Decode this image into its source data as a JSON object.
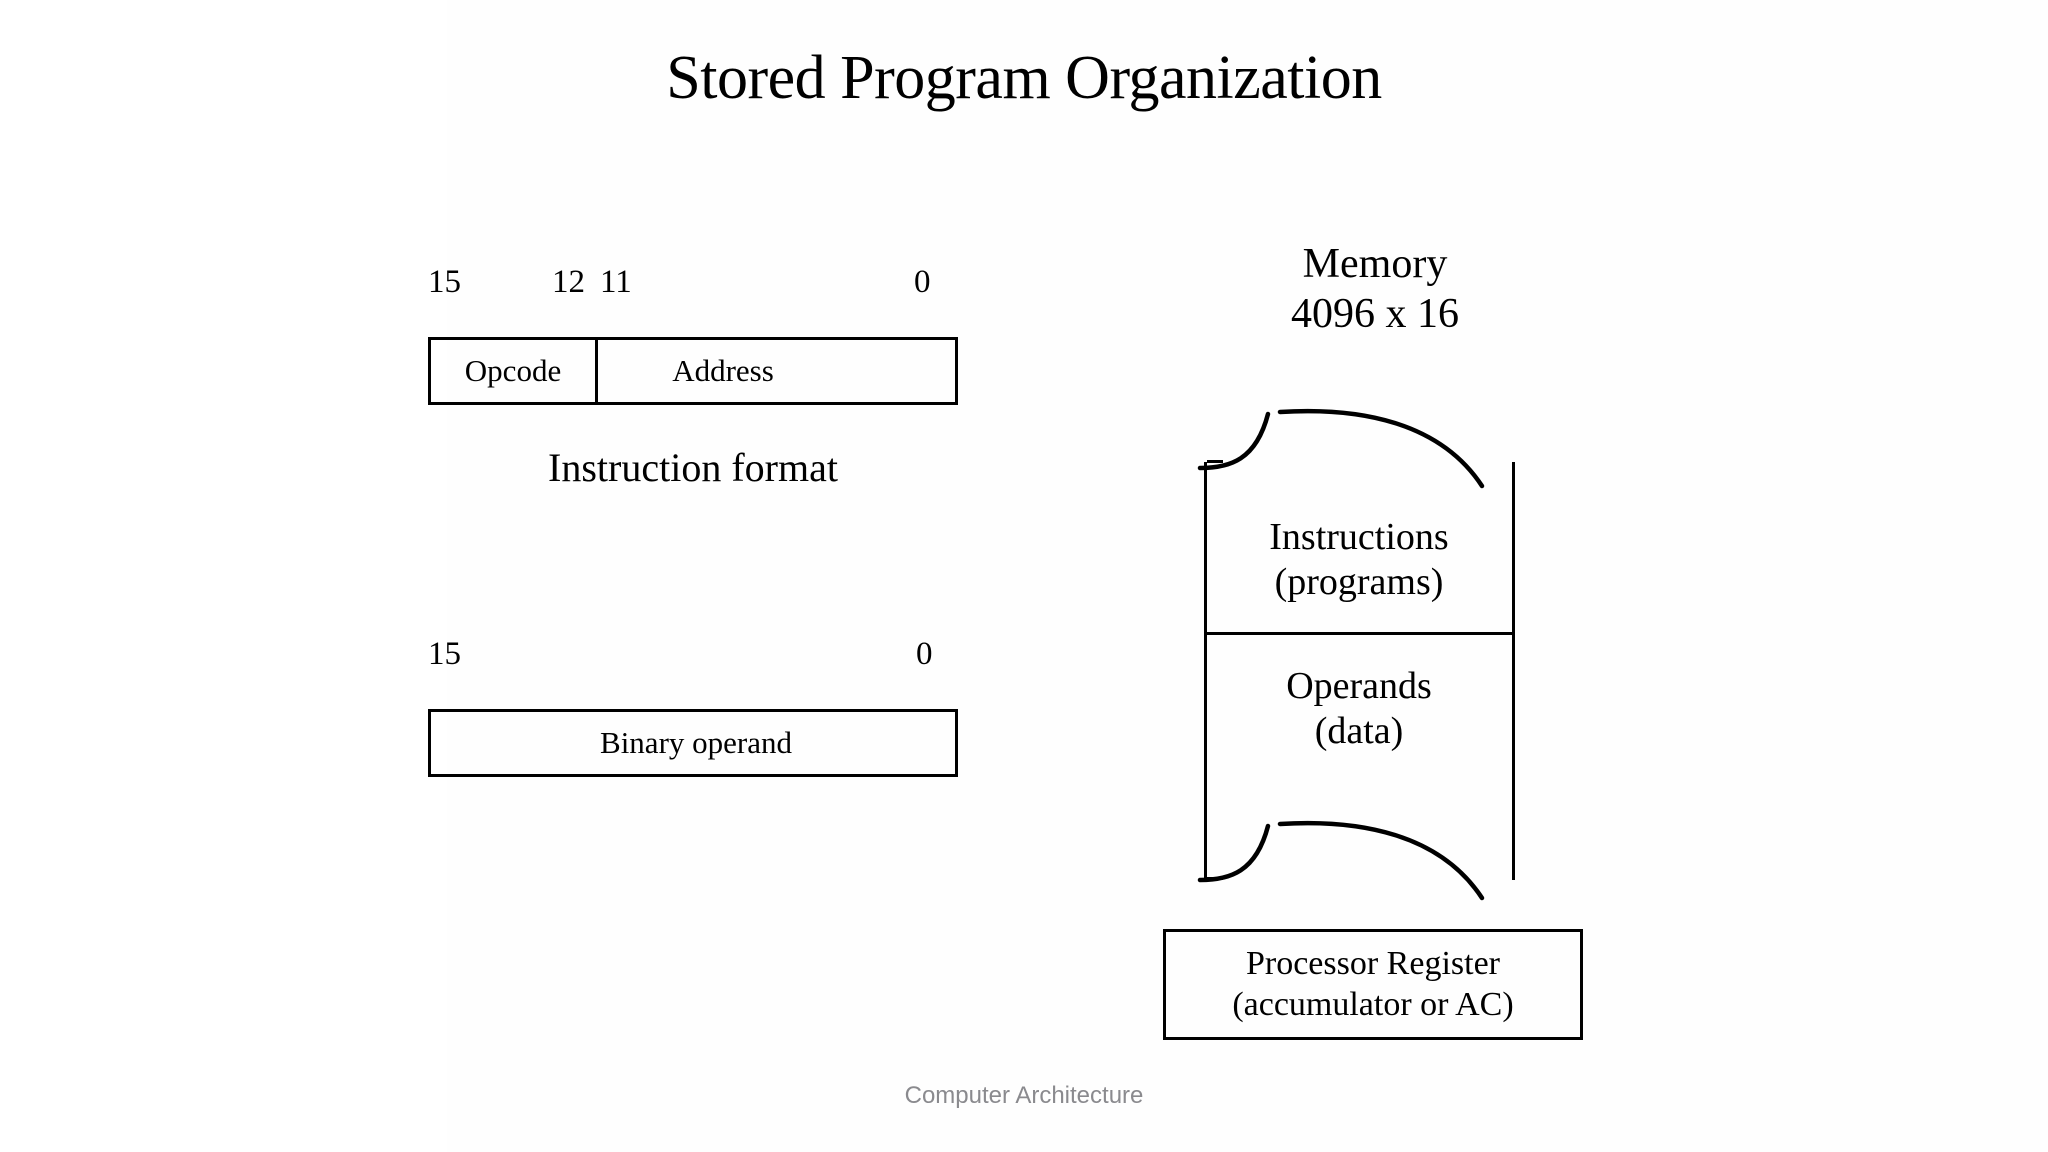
{
  "slide": {
    "title": "Stored Program Organization",
    "footer": "Computer Architecture",
    "background_color": "#ffffff",
    "ink_color": "#000000",
    "footer_color": "#8a8a8e"
  },
  "instruction_format": {
    "bit_labels": {
      "msb": "15",
      "opcode_end": "12",
      "address_start": "11",
      "lsb": "0"
    },
    "fields": [
      {
        "label": "Opcode"
      },
      {
        "label": "Address"
      }
    ],
    "caption": "Instruction format"
  },
  "binary_operand": {
    "bit_labels": {
      "msb": "15",
      "lsb": "0"
    },
    "fields": [
      {
        "label": "Binary operand"
      }
    ]
  },
  "memory": {
    "title_line1": "Memory",
    "title_line2": "4096 x 16",
    "sections": [
      {
        "line1": "Instructions",
        "line2": "(programs)"
      },
      {
        "line1": "Operands",
        "line2": "(data)"
      }
    ]
  },
  "processor_register": {
    "line1": "Processor Register",
    "line2": "(accumulator or AC)"
  }
}
